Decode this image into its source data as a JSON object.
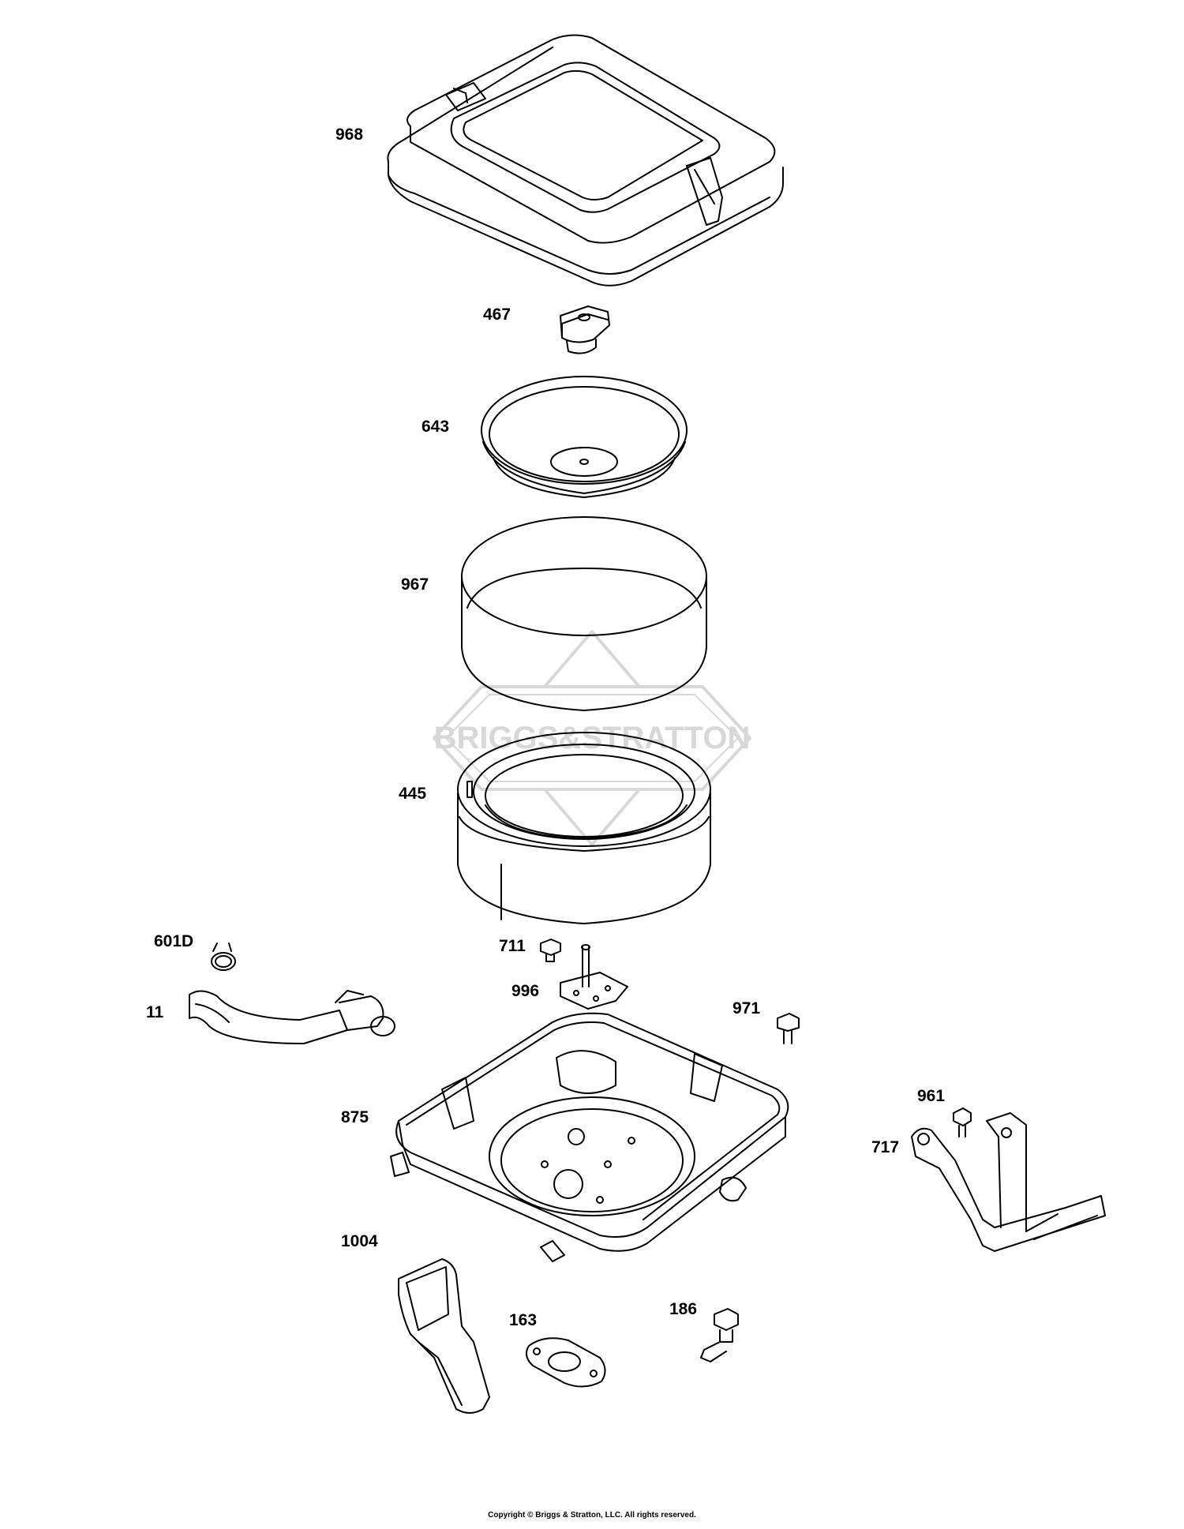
{
  "diagram": {
    "watermark": {
      "text": "BRIGGS&STRATTON",
      "color": "#d8d8d8"
    },
    "parts": [
      {
        "id": "968",
        "label": "968"
      },
      {
        "id": "467",
        "label": "467"
      },
      {
        "id": "643",
        "label": "643"
      },
      {
        "id": "967",
        "label": "967"
      },
      {
        "id": "445",
        "label": "445"
      },
      {
        "id": "601D",
        "label": "601D"
      },
      {
        "id": "11",
        "label": "11"
      },
      {
        "id": "711",
        "label": "711"
      },
      {
        "id": "996",
        "label": "996"
      },
      {
        "id": "971",
        "label": "971"
      },
      {
        "id": "875",
        "label": "875"
      },
      {
        "id": "961",
        "label": "961"
      },
      {
        "id": "717",
        "label": "717"
      },
      {
        "id": "1004",
        "label": "1004"
      },
      {
        "id": "163",
        "label": "163"
      },
      {
        "id": "186",
        "label": "186"
      }
    ],
    "stroke_color": "#000000",
    "background": "#ffffff"
  },
  "footer": {
    "copyright": "Copyright © Briggs & Stratton, LLC. All rights reserved."
  }
}
